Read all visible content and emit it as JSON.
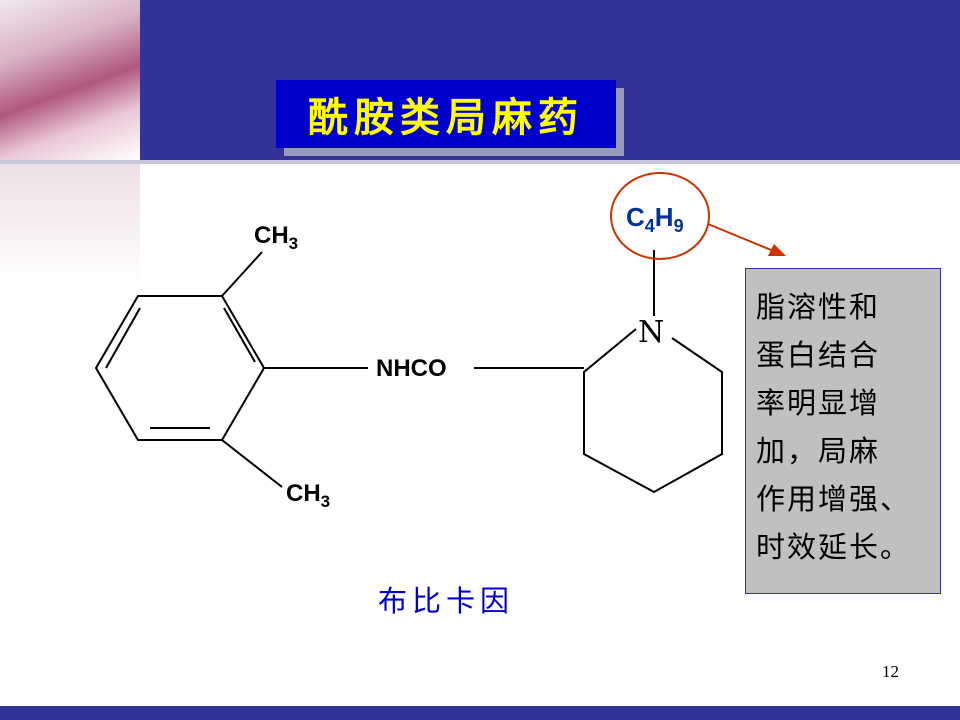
{
  "slide": {
    "title": "酰胺类局麻药",
    "page_number": "12"
  },
  "structure": {
    "methyl_top": {
      "text": "CH",
      "sub": "3"
    },
    "methyl_bottom": {
      "text": "CH",
      "sub": "3"
    },
    "linker": "NHCO",
    "ring_atom": "N",
    "substituent": {
      "c": "C",
      "c_sub": "4",
      "h": "H",
      "h_sub": "9"
    }
  },
  "annotation": {
    "lines": [
      "脂溶性和",
      "蛋白结合",
      "率明显增",
      "加，局麻",
      "作用增强、",
      "时效延长。"
    ]
  },
  "drug_name": "布比卡因",
  "colors": {
    "header_band": "#333399",
    "title_bg": "#0000cc",
    "title_text": "#ffff00",
    "highlight_circle": "#cc3300",
    "substituent_text": "#003399",
    "note_bg": "#c0c0c0",
    "drug_name_text": "#0000cc"
  }
}
